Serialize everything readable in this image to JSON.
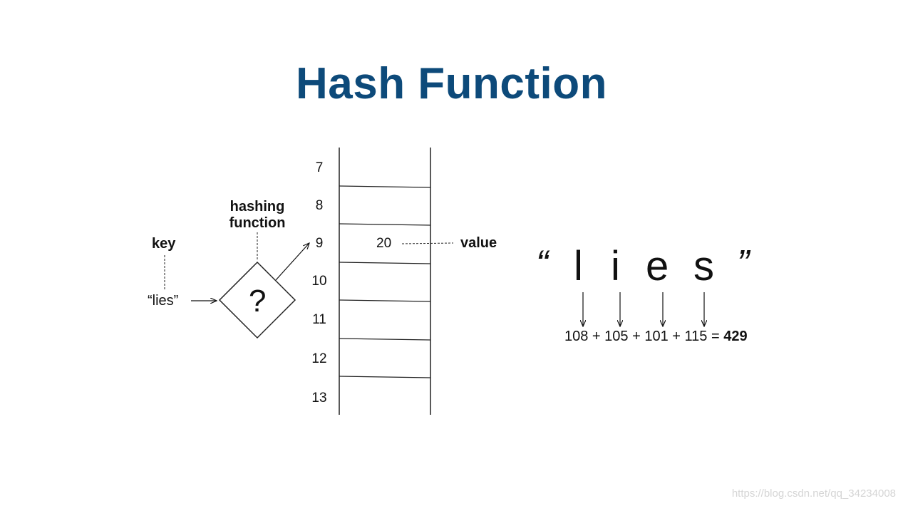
{
  "title": "Hash Function",
  "key_label": "key",
  "key_value": "“lies”",
  "hashing_function_label": [
    "hashing",
    "function"
  ],
  "function_symbol": "?",
  "table_rows": [
    "7",
    "8",
    "9",
    "10",
    "11",
    "12",
    "13"
  ],
  "stored_value": "20",
  "value_label": "value",
  "word_open_quote": "“",
  "word_letters": [
    "l",
    "i",
    "e",
    "s"
  ],
  "word_close_quote": "”",
  "char_codes": [
    "108",
    "105",
    "101",
    "115"
  ],
  "sum_total": "429",
  "watermark": "https://blog.csdn.net/qq_34234008"
}
